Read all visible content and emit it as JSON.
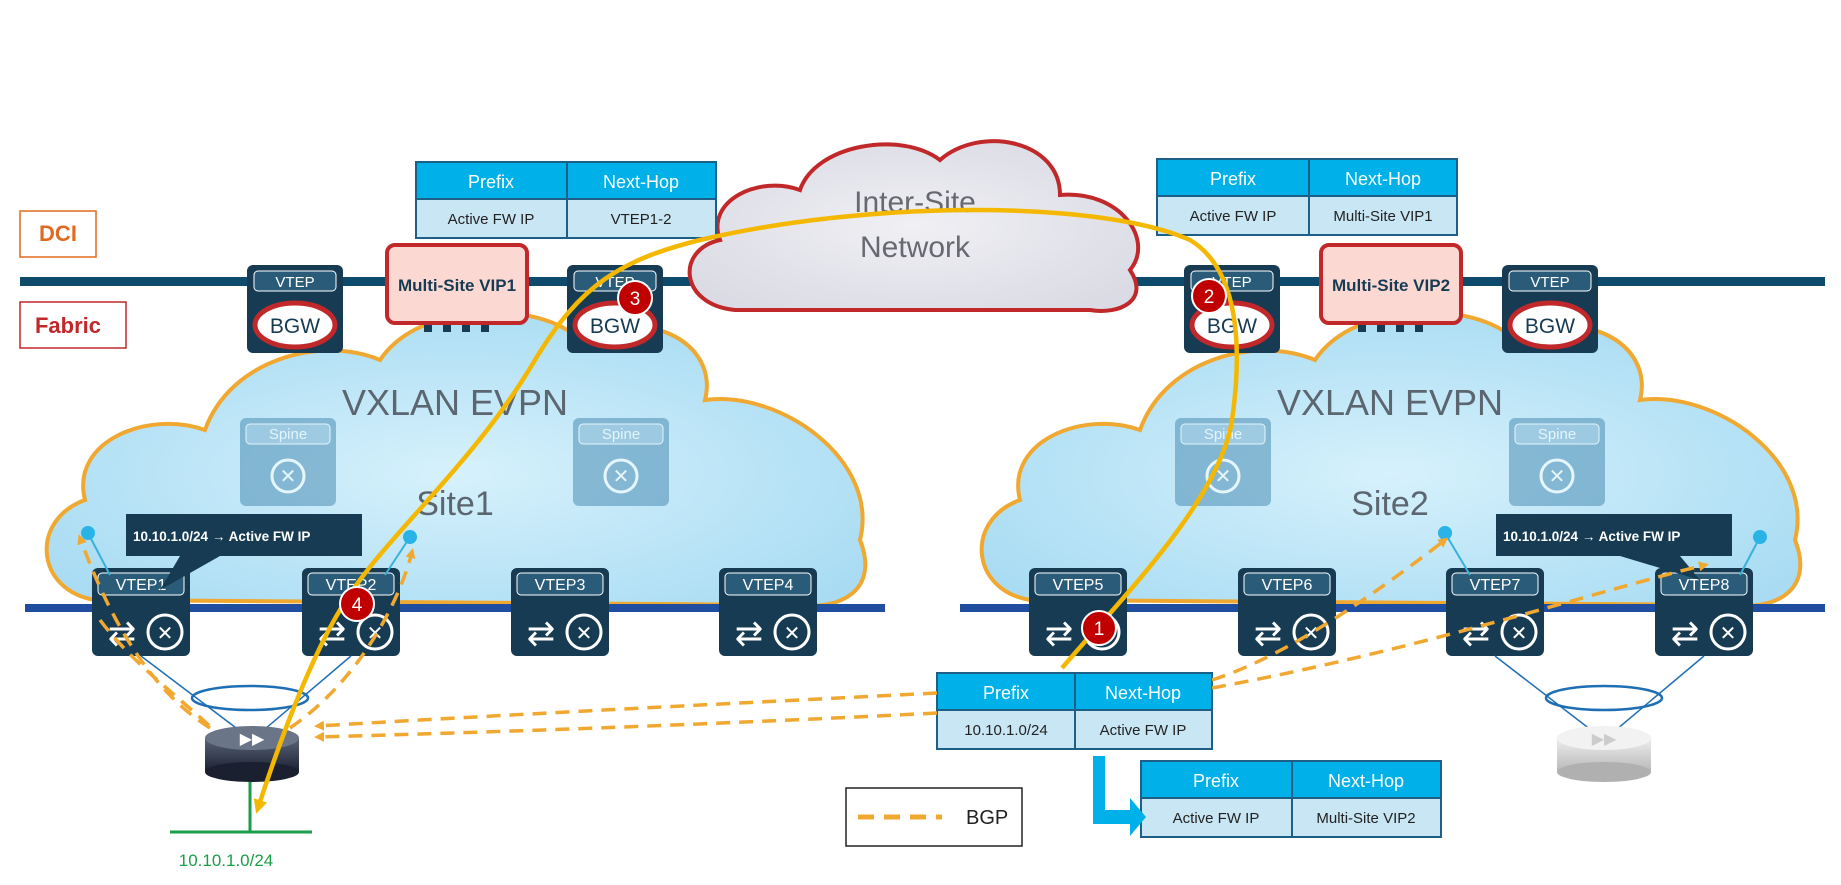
{
  "legend_labels": {
    "dci": "DCI",
    "fabric": "Fabric",
    "bgp": "BGP"
  },
  "inter_site_network": {
    "line1": "Inter-Site",
    "line2": "Network"
  },
  "sites": [
    {
      "cloud_title": "VXLAN EVPN",
      "site_label": "Site1",
      "vip_label": "Multi-Site VIP1",
      "bgw_tag": "VTEP",
      "bgw_label": "BGW",
      "spine_label": "Spine",
      "vteps": [
        "VTEP1",
        "VTEP2",
        "VTEP3",
        "VTEP4"
      ],
      "callout": "10.10.1.0/24 → Active FW IP",
      "subnet": "10.10.1.0/24"
    },
    {
      "cloud_title": "VXLAN EVPN",
      "site_label": "Site2",
      "vip_label": "Multi-Site VIP2",
      "bgw_tag": "VTEP",
      "bgw_label": "BGW",
      "spine_label": "Spine",
      "vteps": [
        "VTEP5",
        "VTEP6",
        "VTEP7",
        "VTEP8"
      ],
      "callout": "10.10.1.0/24 → Active FW IP"
    }
  ],
  "tables": [
    {
      "headers": [
        "Prefix",
        "Next-Hop"
      ],
      "row": [
        "Active FW IP",
        "VTEP1-2"
      ]
    },
    {
      "headers": [
        "Prefix",
        "Next-Hop"
      ],
      "row": [
        "Active FW IP",
        "Multi-Site VIP1"
      ]
    },
    {
      "headers": [
        "Prefix",
        "Next-Hop"
      ],
      "row": [
        "10.10.1.0/24",
        "Active FW IP"
      ]
    },
    {
      "headers": [
        "Prefix",
        "Next-Hop"
      ],
      "row": [
        "Active FW IP",
        "Multi-Site VIP2"
      ]
    }
  ],
  "steps": [
    "1",
    "2",
    "3",
    "4"
  ],
  "colors": {
    "accent_header": "#00b0e8",
    "table_row": "#c9e6f5",
    "table_border": "#1d5f86",
    "device": "#163b52",
    "cloud_fill": "#bfe6f7",
    "cloud_border": "#f0a830",
    "bgp_path": "#f0a830",
    "flow_path": "#f5b800",
    "step_badge": "#c00000",
    "dci_text": "#e06a1f",
    "fabric_text": "#c0282a",
    "subnet_green": "#1a9e4a"
  }
}
